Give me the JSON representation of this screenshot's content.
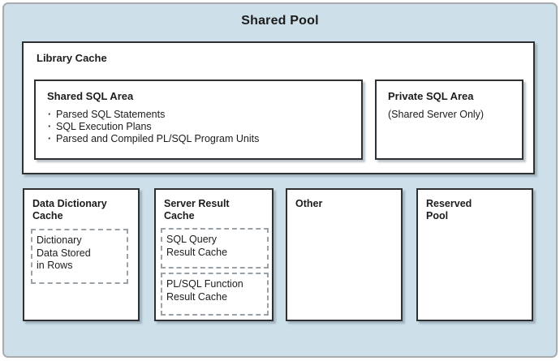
{
  "colors": {
    "pool-bg": "#cde0ea",
    "pool-border": "#a8acae",
    "box-bg": "#ffffff",
    "box-border": "#2e3032",
    "dash-border": "#9aa2a7",
    "text": "#1c1c1c",
    "shadow": "#687d8a73"
  },
  "shared_pool": {
    "title": "Shared Pool",
    "library_cache": {
      "label": "Library Cache",
      "shared_sql_area": {
        "title": "Shared SQL Area",
        "bullets": [
          "Parsed SQL Statements",
          "SQL Execution Plans",
          "Parsed and Compiled PL/SQL Program Units"
        ]
      },
      "private_sql_area": {
        "title": "Private SQL Area",
        "note": "(Shared Server Only)"
      }
    },
    "components": [
      {
        "title": [
          "Data Dictionary",
          "Cache"
        ],
        "dashed_items": [
          [
            "Dictionary",
            "Data Stored",
            "in Rows"
          ]
        ]
      },
      {
        "title": [
          "Server Result",
          "Cache"
        ],
        "dashed_items": [
          [
            "SQL Query",
            "Result Cache"
          ],
          [
            "PL/SQL Function",
            "Result Cache"
          ]
        ]
      },
      {
        "title": [
          "Other"
        ],
        "dashed_items": []
      },
      {
        "title": [
          "Reserved",
          "Pool"
        ],
        "dashed_items": []
      }
    ]
  }
}
